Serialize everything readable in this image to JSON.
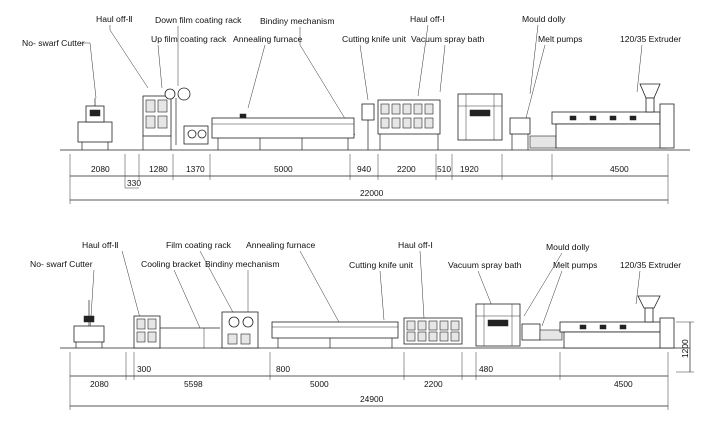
{
  "line1": {
    "labels": {
      "no_swarf_cutter": "No- swarf Cutter",
      "haul_off_2": "Haul off-Ⅱ",
      "down_film_coating_rack": "Down film coating rack",
      "up_film_coating_rack": "Up film coating rack",
      "bindiny_mechanism": "Bindiny mechanism",
      "annealing_furnace": "Annealing furnace",
      "cutting_knife_unit": "Cutting knife unit",
      "haul_off_1": "Haul off-Ⅰ",
      "vacuum_spray_bath": "Vacuum spray bath",
      "mould_dolly": "Mould dolly",
      "melt_pumps": "Melt pumps",
      "extruder": "120/35 Extruder"
    },
    "dims": {
      "d2080": "2080",
      "d330": "330",
      "d1280": "1280",
      "d1370": "1370",
      "d5000": "5000",
      "d940": "940",
      "d2200": "2200",
      "d510": "510",
      "d1920": "1920",
      "d4500": "4500",
      "total": "22000"
    }
  },
  "line2": {
    "labels": {
      "no_swarf_cutter": "No- swarf Cutter",
      "haul_off_2": "Haul off-Ⅱ",
      "film_coating_rack": "Film coating rack",
      "cooling_bracket": "Cooling bracket",
      "bindiny_mechanism": "Bindiny mechanism",
      "annealing_furnace": "Annealing furnace",
      "cutting_knife_unit": "Cutting knife unit",
      "haul_off_1": "Haul off-Ⅰ",
      "vacuum_spray_bath": "Vacuum spray bath",
      "mould_dolly": "Mould dolly",
      "melt_pumps": "Melt pumps",
      "extruder": "120/35 Extruder"
    },
    "dims": {
      "d2080": "2080",
      "d300": "300",
      "d5598": "5598",
      "d800": "800",
      "d5000": "5000",
      "d2200": "2200",
      "d480": "480",
      "d4500": "4500",
      "height": "1200",
      "total": "24900"
    }
  }
}
